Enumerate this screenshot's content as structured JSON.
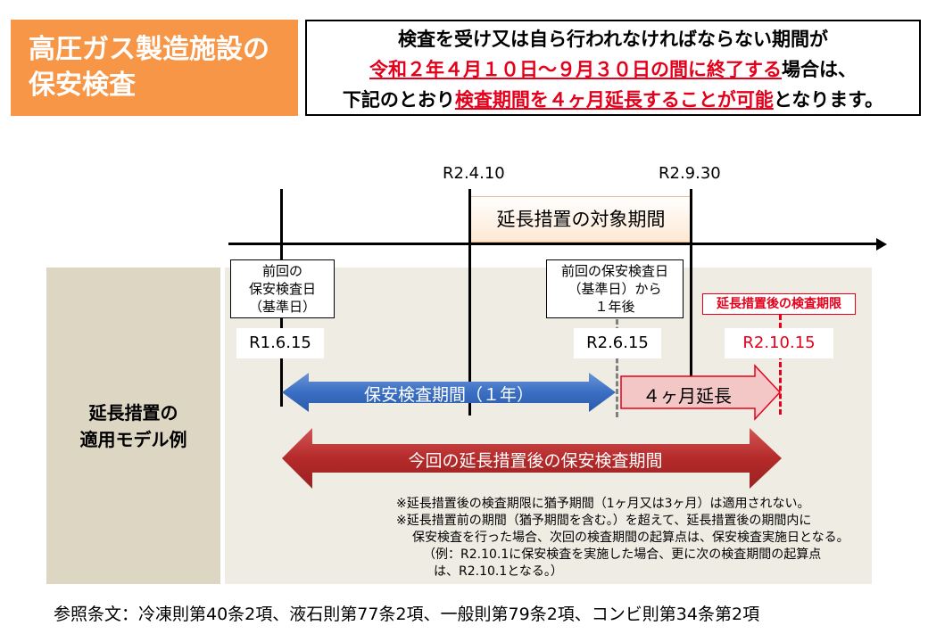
{
  "title": {
    "line1": "高圧ガス製造施設の",
    "line2": "保安検査"
  },
  "notice": {
    "line1": "検査を受け又は自ら行われなければならない期間が",
    "line2_red": "令和２年４月１０日～９月３０日の間に終了する",
    "line2_rest": "場合は、",
    "line3_prefix": "下記のとおり",
    "line3_red": "検査期間を４ヶ月延長することが可能",
    "line3_suffix": "となります。"
  },
  "timeline": {
    "start_date": "R2.4.10",
    "end_date": "R2.9.30",
    "period_label": "延長措置の対象期間"
  },
  "model": {
    "side_label_line1": "延長措置の",
    "side_label_line2": "適用モデル例",
    "prev_box": {
      "line1": "前回の",
      "line2": "保安検査日",
      "line3": "（基準日）"
    },
    "prev_date": "R1.6.15",
    "oneyear_box": {
      "line1": "前回の保安検査日",
      "line2": "（基準日）から",
      "line3": "１年後"
    },
    "oneyear_date": "R2.6.15",
    "deadline_label": "延長措置後の検査期限",
    "deadline_date": "R2.10.15",
    "arrow_inspection": "保安検査期間（１年）",
    "arrow_extension": "４ヶ月延長",
    "arrow_total": "今回の延長措置後の保安検査期間"
  },
  "notes": {
    "line1": "※延長措置後の検査期限に猶予期間（1ヶ月又は3ヶ月）は適用されない。",
    "line2": "※延長措置前の期間（猶予期間を含む。）を超えて、延長措置後の期間内に",
    "line3": "保安検査を行った場合、次回の検査期間の起算点は、保安検査実施日となる。",
    "line4": "（例：R2.10.1に保安検査を実施した場合、更に次の検査期間の起算点",
    "line5": "は、R2.10.1となる。）"
  },
  "footer": "参照条文：冷凍則第40条2項、液石則第77条2項、一般則第79条2項、コンビ則第34条第2項",
  "colors": {
    "orange": "#f79646",
    "red": "#e4001b",
    "blue_arrow": "#3a6fc4",
    "red_arrow": "#b52a2a",
    "pink_arrow": "#f4c7c7"
  }
}
